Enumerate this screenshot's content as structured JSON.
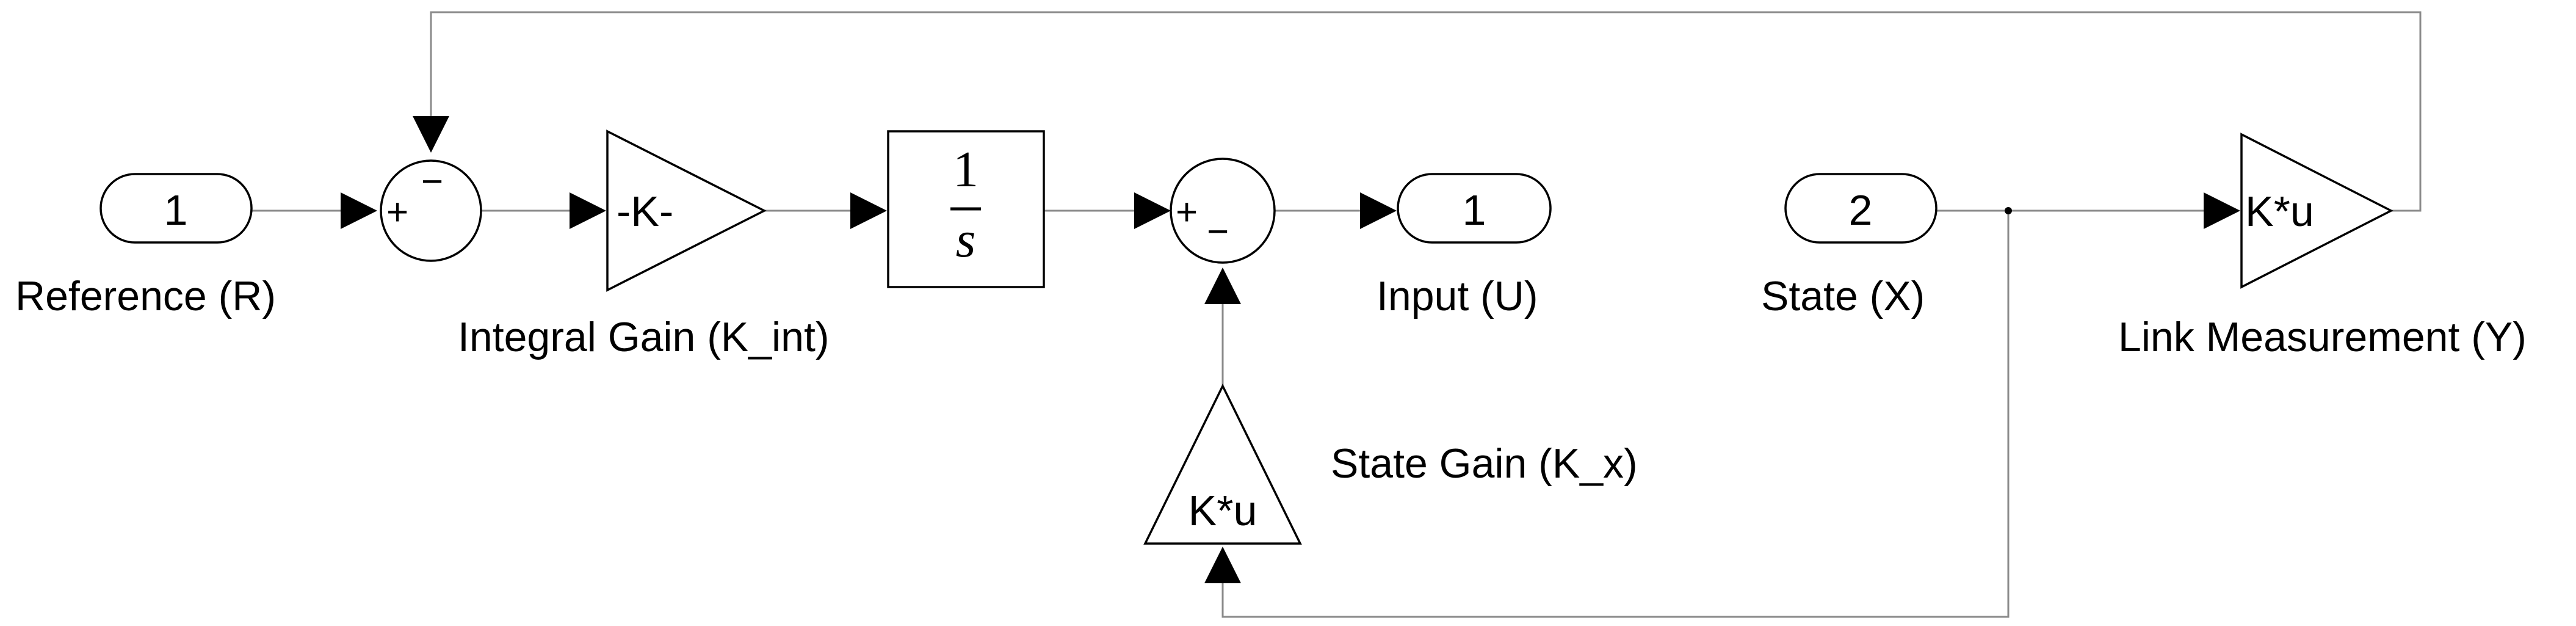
{
  "blocks": {
    "reference_port": {
      "number": "1",
      "label": "Reference (R)"
    },
    "sum1": {
      "sign_a": "+",
      "sign_b": "−"
    },
    "integral_gain": {
      "text": "-K-",
      "label": "Integral Gain (K_int)"
    },
    "integrator": {
      "numerator": "1",
      "denominator": "s"
    },
    "sum2": {
      "sign_a": "+",
      "sign_b": "−"
    },
    "input_port": {
      "number": "1",
      "label": "Input (U)"
    },
    "state_port": {
      "number": "2",
      "label": "State (X)"
    },
    "link_measurement": {
      "text": "K*u",
      "label": "Link Measurement (Y)"
    },
    "state_gain": {
      "text": "K*u",
      "label": "State Gain (K_x)"
    }
  },
  "colors": {
    "wire": "#8a8a8a",
    "block": "#000000",
    "background": "#ffffff"
  }
}
